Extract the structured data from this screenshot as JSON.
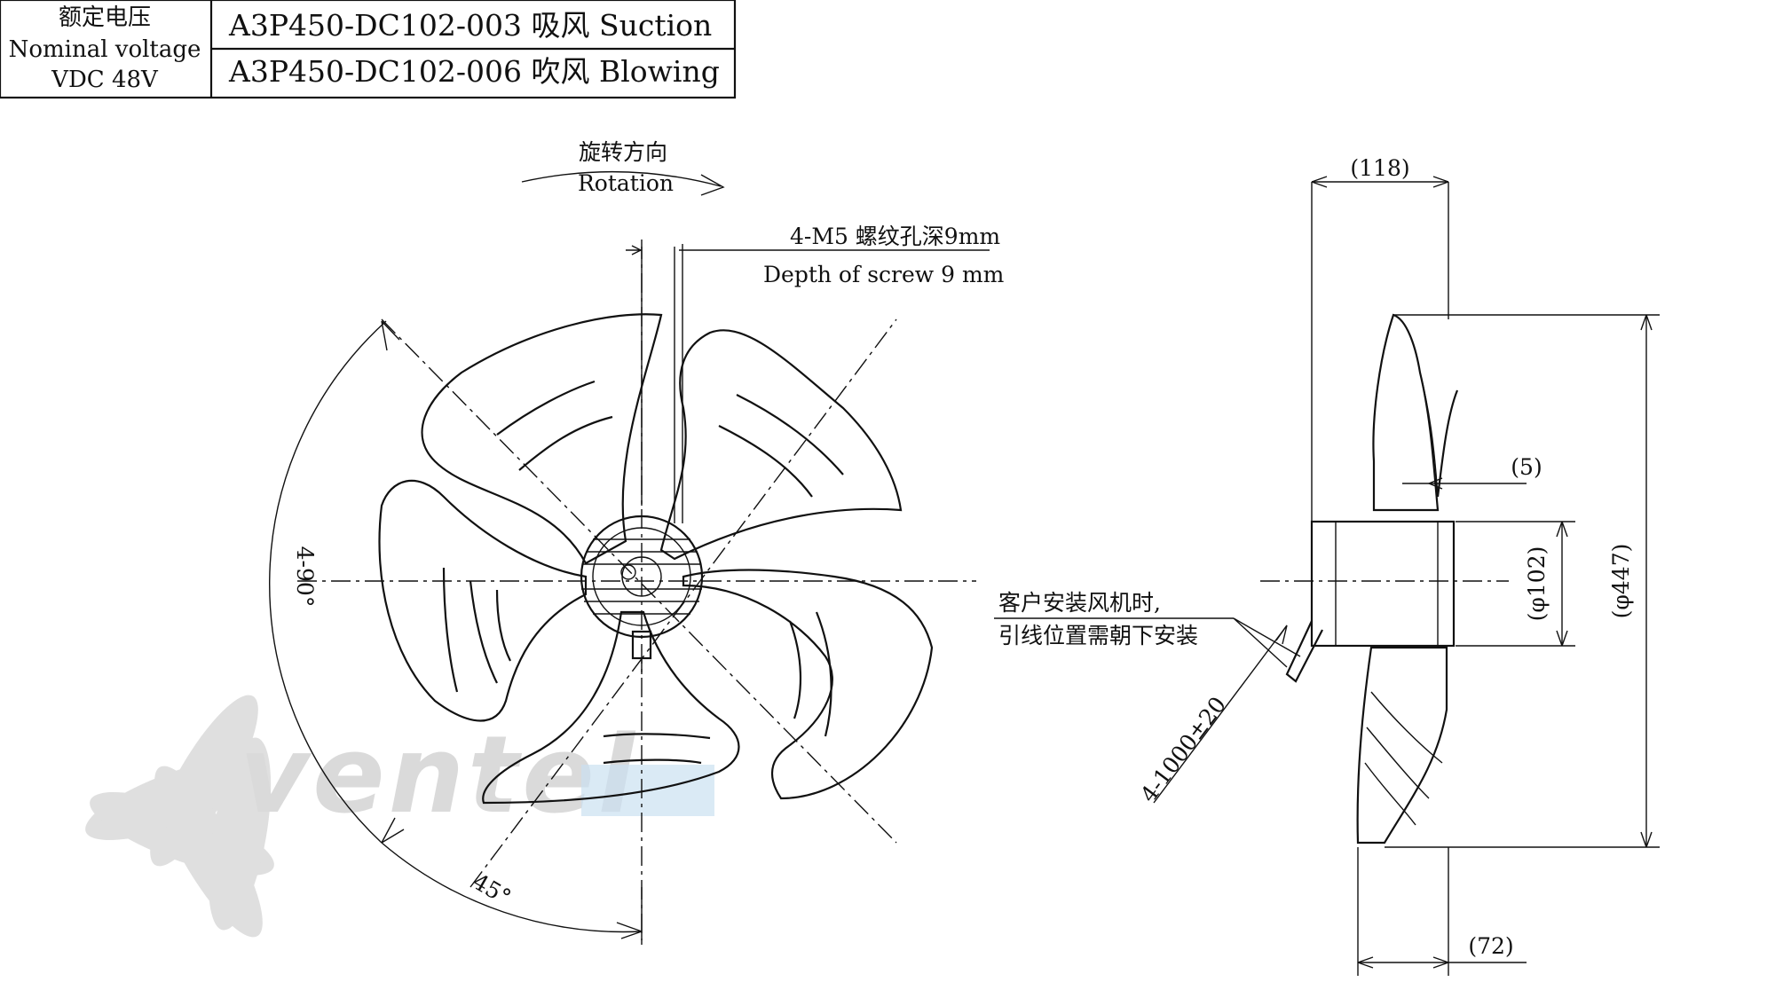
{
  "spec_table": {
    "voltage_label_cn": "额定电压",
    "voltage_label_en": "Nominal voltage",
    "voltage_value": "VDC 48V",
    "rows": [
      {
        "model": "A3P450-DC102-003 吸风 Suction"
      },
      {
        "model": "A3P450-DC102-006 吹风 Blowing"
      }
    ]
  },
  "front_view": {
    "rotation_cn": "旋转方向",
    "rotation_en": "Rotation",
    "screw_cn": "4-M5 螺纹孔深9mm",
    "screw_en": "Depth of screw 9 mm",
    "angle_large": "4-90°",
    "angle_small": "45°"
  },
  "side_view": {
    "dim_width": "(118)",
    "dim_gap": "(5)",
    "dim_hub": "(φ102)",
    "dim_overall": "(φ447)",
    "dim_depth": "(72)",
    "cable_length": "4-1000±20",
    "install_note_line1": "客户安装风机时,",
    "install_note_line2": "引线位置需朝下安装"
  },
  "watermark": {
    "brand_text": "ventel"
  },
  "colors": {
    "ink": "#111111",
    "watermark_gray": "#d9d9d9",
    "watermark_blue": "#bcd9ee"
  }
}
